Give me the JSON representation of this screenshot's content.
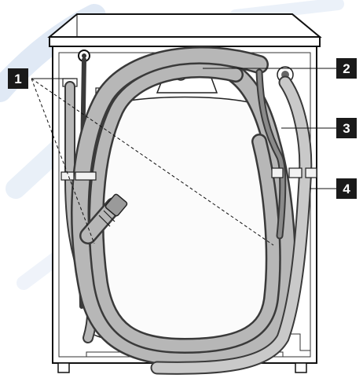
{
  "diagram": {
    "subject": "washing-machine-rear-view",
    "callouts": [
      {
        "number": "1"
      },
      {
        "number": "2"
      },
      {
        "number": "3"
      },
      {
        "number": "4"
      }
    ],
    "colors": {
      "hose_fill": "#b7b7b7",
      "hose_outline": "#3a3a3a",
      "drain_hose": "#c9c9c9",
      "hose_clips": "#f2f2f2",
      "callout_box": "#1a1a1a",
      "callout_text": "#ffffff",
      "watermark": "#c8d8ee"
    }
  }
}
